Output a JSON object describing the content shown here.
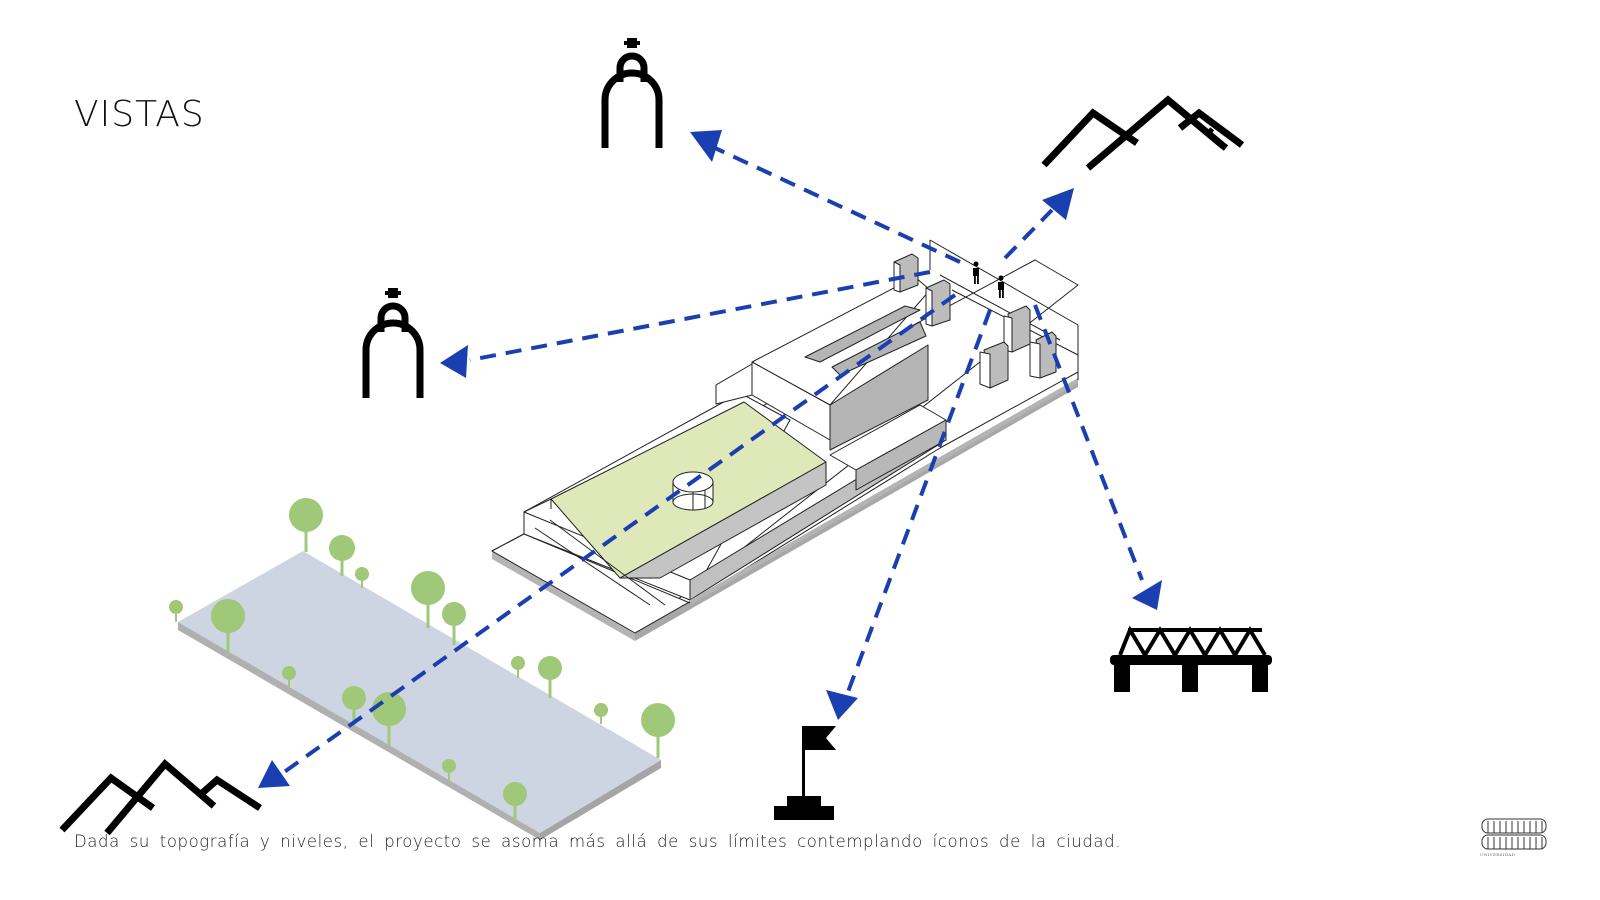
{
  "header": {
    "title": "VISTAS"
  },
  "caption": "Dada su topografía y niveles, el proyecto se asoma más allá de sus límites contemplando íconos de la ciudad.",
  "colors": {
    "sight_line": "#1a3fb0",
    "green_plaza": "#dfe8b8",
    "trees": "#9fc878",
    "river_slab": "#ccd5e1",
    "shadow_faces": "#b4b4b4",
    "icons": "#000000"
  },
  "landmarks": [
    {
      "id": "church-top",
      "icon": "church-icon",
      "label": "Church (north)"
    },
    {
      "id": "church-left",
      "icon": "church-icon",
      "label": "Church (west)"
    },
    {
      "id": "mountains-top-right",
      "icon": "mountains-icon",
      "label": "Mountains (northeast)"
    },
    {
      "id": "mountains-bottom-left",
      "icon": "mountains-icon",
      "label": "Mountains (southwest)"
    },
    {
      "id": "bridge",
      "icon": "bridge-icon",
      "label": "Bridge"
    },
    {
      "id": "flag-monument",
      "icon": "flag-monument-icon",
      "label": "Flag monument"
    }
  ],
  "sight_lines": [
    {
      "id": "view-to-church-top",
      "target": "church-top"
    },
    {
      "id": "view-to-church-left",
      "target": "church-left"
    },
    {
      "id": "view-to-mountains-top-right",
      "target": "mountains-top-right"
    },
    {
      "id": "view-to-mountains-bottom-left",
      "target": "mountains-bottom-left"
    },
    {
      "id": "view-to-bridge",
      "target": "bridge"
    },
    {
      "id": "view-to-flag-monument",
      "target": "flag-monument"
    }
  ],
  "logo": {
    "text": "UNIVERSIDAD"
  }
}
